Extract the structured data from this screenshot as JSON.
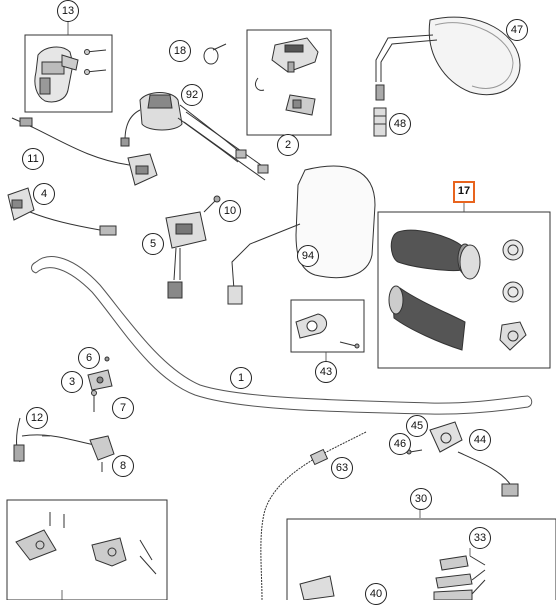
{
  "diagram": {
    "highlight_color": "#e8641e",
    "callouts": {
      "c1": "1",
      "c2": "2",
      "c3": "3",
      "c4": "4",
      "c5": "5",
      "c6": "6",
      "c7": "7",
      "c8": "8",
      "c10": "10",
      "c11": "11",
      "c12": "12",
      "c13": "13",
      "c17": "17",
      "c18": "18",
      "c30": "30",
      "c33": "33",
      "c40": "40",
      "c43": "43",
      "c44": "44",
      "c45": "45",
      "c46": "46",
      "c47": "47",
      "c48": "48",
      "c63": "63",
      "c92": "92",
      "c94": "94"
    }
  }
}
